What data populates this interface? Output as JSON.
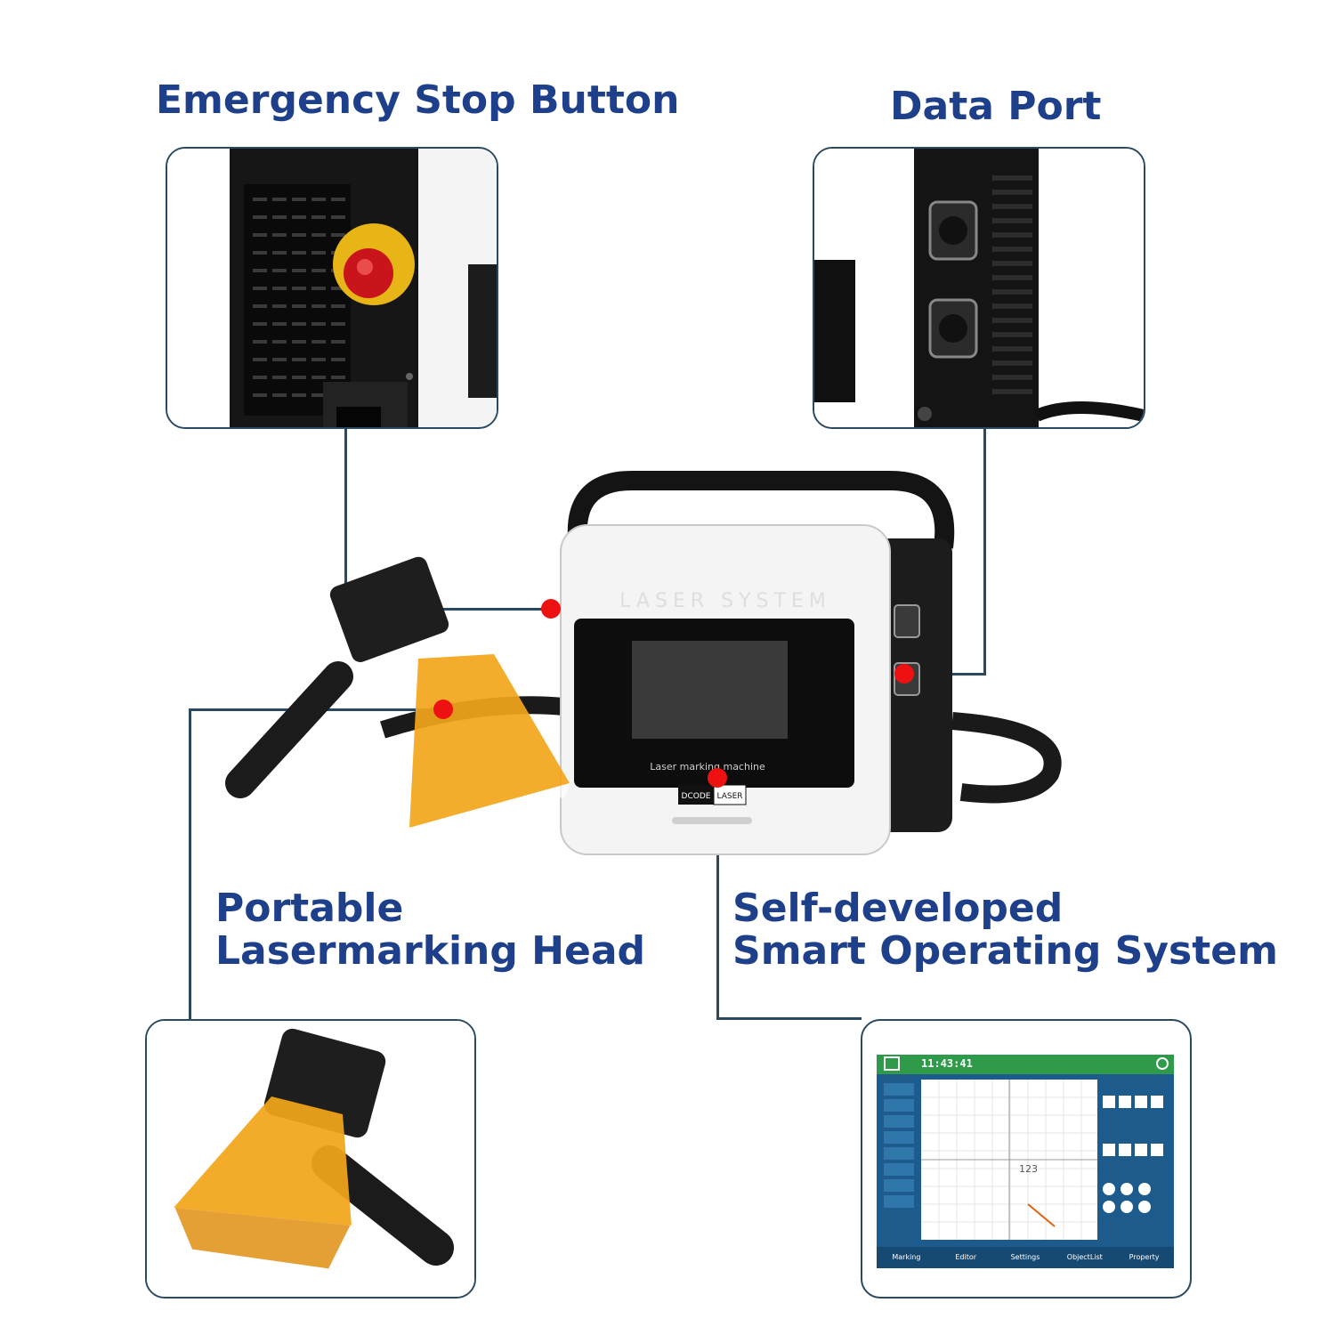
{
  "labels": {
    "emergency_stop": "Emergency Stop Button",
    "data_port": "Data Port",
    "portable_head_line1": "Portable",
    "portable_head_line2": "Lasermarking Head",
    "os_line1": "Self-developed",
    "os_line2": "Smart Operating System"
  },
  "device": {
    "front_text": "LASER SYSTEM",
    "screen_caption": "Laser marking machine",
    "brand_left": "DCODE",
    "brand_right": "LASER"
  },
  "software_screen": {
    "clock": "11:43:41",
    "tabs": [
      "Marking",
      "Editor",
      "Settings",
      "ObjectList",
      "Property"
    ],
    "canvas_text": "123"
  },
  "colors": {
    "label_blue": "#1e3f8a",
    "connector": "#2a4a63",
    "callout_dot": "#ee1111",
    "amber_shield": "#f2a51a",
    "ui_blue": "#1d5b8c",
    "ui_green": "#2e9a4a"
  }
}
